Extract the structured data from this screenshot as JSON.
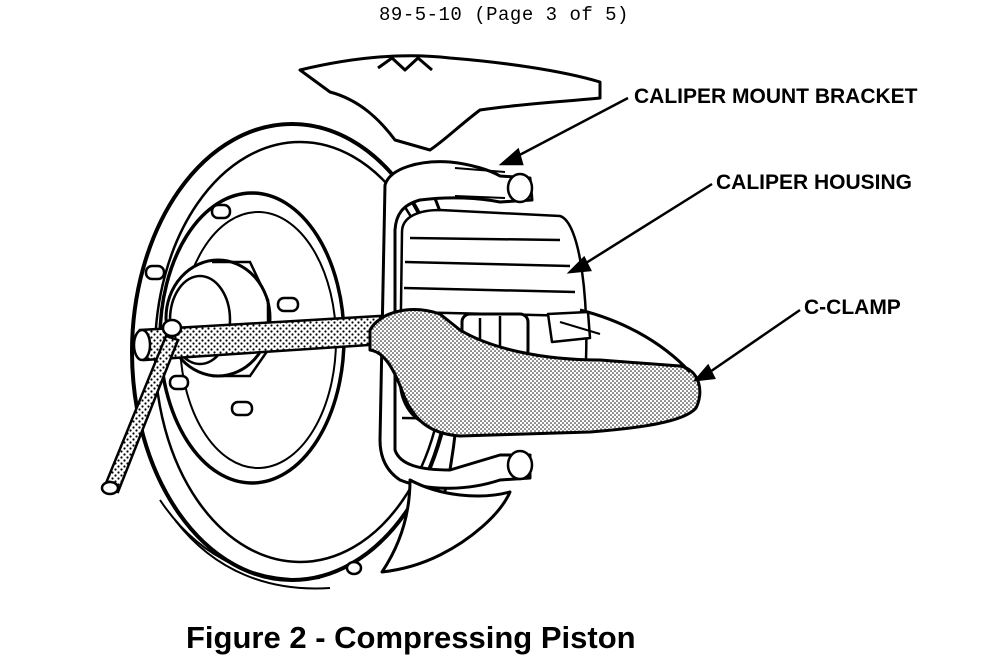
{
  "header": {
    "text": "89-5-10 (Page 3 of 5)"
  },
  "callouts": {
    "bracket": "CALIPER MOUNT BRACKET",
    "housing": "CALIPER HOUSING",
    "clamp": "C-CLAMP"
  },
  "caption": "Figure 2 - Compressing Piston",
  "colors": {
    "ink": "#000000",
    "paper": "#ffffff",
    "stipple": "#bdbdbd"
  }
}
